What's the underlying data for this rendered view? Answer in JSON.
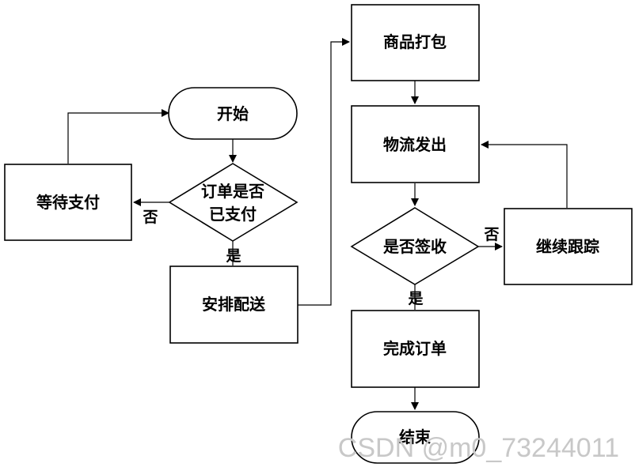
{
  "nodes": {
    "start": "开始",
    "check_paid_line1": "订单是否",
    "check_paid_line2": "已支付",
    "wait_payment": "等待支付",
    "arrange_delivery": "安排配送",
    "pack_goods": "商品打包",
    "ship_logistics": "物流发出",
    "check_signed": "是否签收",
    "continue_tracking": "继续跟踪",
    "complete_order": "完成订单",
    "end": "结束"
  },
  "labels": {
    "paid_no": "否",
    "paid_yes": "是",
    "signed_no": "否",
    "signed_yes": "是"
  },
  "watermark": "CSDN @m0_73244011"
}
